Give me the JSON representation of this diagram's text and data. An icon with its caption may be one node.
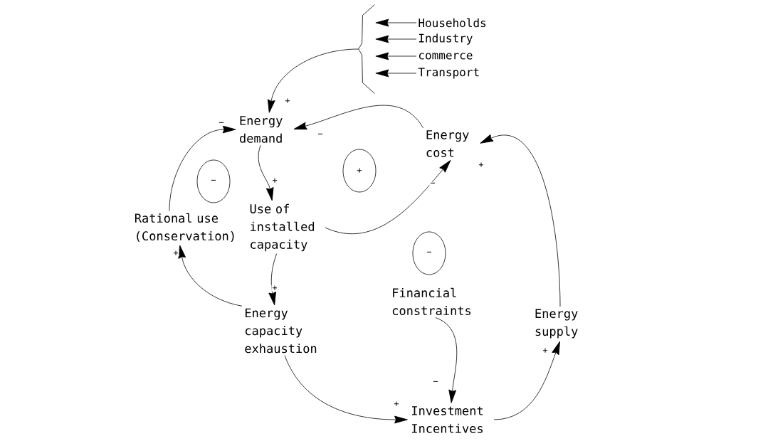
{
  "diagram": {
    "nodes": [
      {
        "text": [
          "Households"
        ]
      },
      {
        "text": [
          "Industry"
        ]
      },
      {
        "text": [
          "commerce"
        ]
      },
      {
        "text": [
          "Transport"
        ]
      },
      {
        "text": [],
        "shape": "brace"
      },
      {
        "text": [
          "Energy demand"
        ]
      },
      {
        "text": [
          "Energy cost"
        ]
      },
      {
        "text": [
          "−"
        ]
      },
      {
        "text": [
          "+"
        ]
      },
      {
        "text": [
          "Rational use (Conservation)"
        ]
      },
      {
        "text": [
          "Use of installed capacity"
        ]
      },
      {
        "text": [
          "−"
        ]
      },
      {
        "text": [
          "Energy capacity exhaustion"
        ]
      },
      {
        "text": [
          "Financial constraints"
        ]
      },
      {
        "text": [
          "Energy supply"
        ]
      },
      {
        "text": [
          "Investment Incentives"
        ]
      }
    ],
    "edges": [
      {
        "from": 0,
        "to": 4,
        "arrow": "to"
      },
      {
        "from": 1,
        "to": 4,
        "arrow": "to"
      },
      {
        "from": 2,
        "to": 4,
        "arrow": "to"
      },
      {
        "from": 3,
        "to": 4,
        "arrow": "to"
      },
      {
        "from": 4,
        "to": 5,
        "arrow": "to",
        "label": "+"
      },
      {
        "from": 6,
        "to": 5,
        "arrow": "to",
        "label": "−"
      },
      {
        "from": 9,
        "to": 5,
        "arrow": "to",
        "label": "−"
      },
      {
        "from": 5,
        "to": 10,
        "arrow": "to",
        "label": "+"
      },
      {
        "from": 10,
        "to": 6,
        "arrow": "to",
        "label": "−"
      },
      {
        "from": 10,
        "to": 12,
        "arrow": "to",
        "label": "+"
      },
      {
        "from": 12,
        "to": 9,
        "arrow": "to",
        "label": "+"
      },
      {
        "from": 12,
        "to": 15,
        "arrow": "to",
        "label": "+"
      },
      {
        "from": 13,
        "to": 15,
        "arrow": "to",
        "label": "−"
      },
      {
        "from": 15,
        "to": 14,
        "arrow": "to",
        "label": "+"
      },
      {
        "from": 14,
        "to": 6,
        "arrow": "to",
        "label": "+"
      }
    ]
  }
}
